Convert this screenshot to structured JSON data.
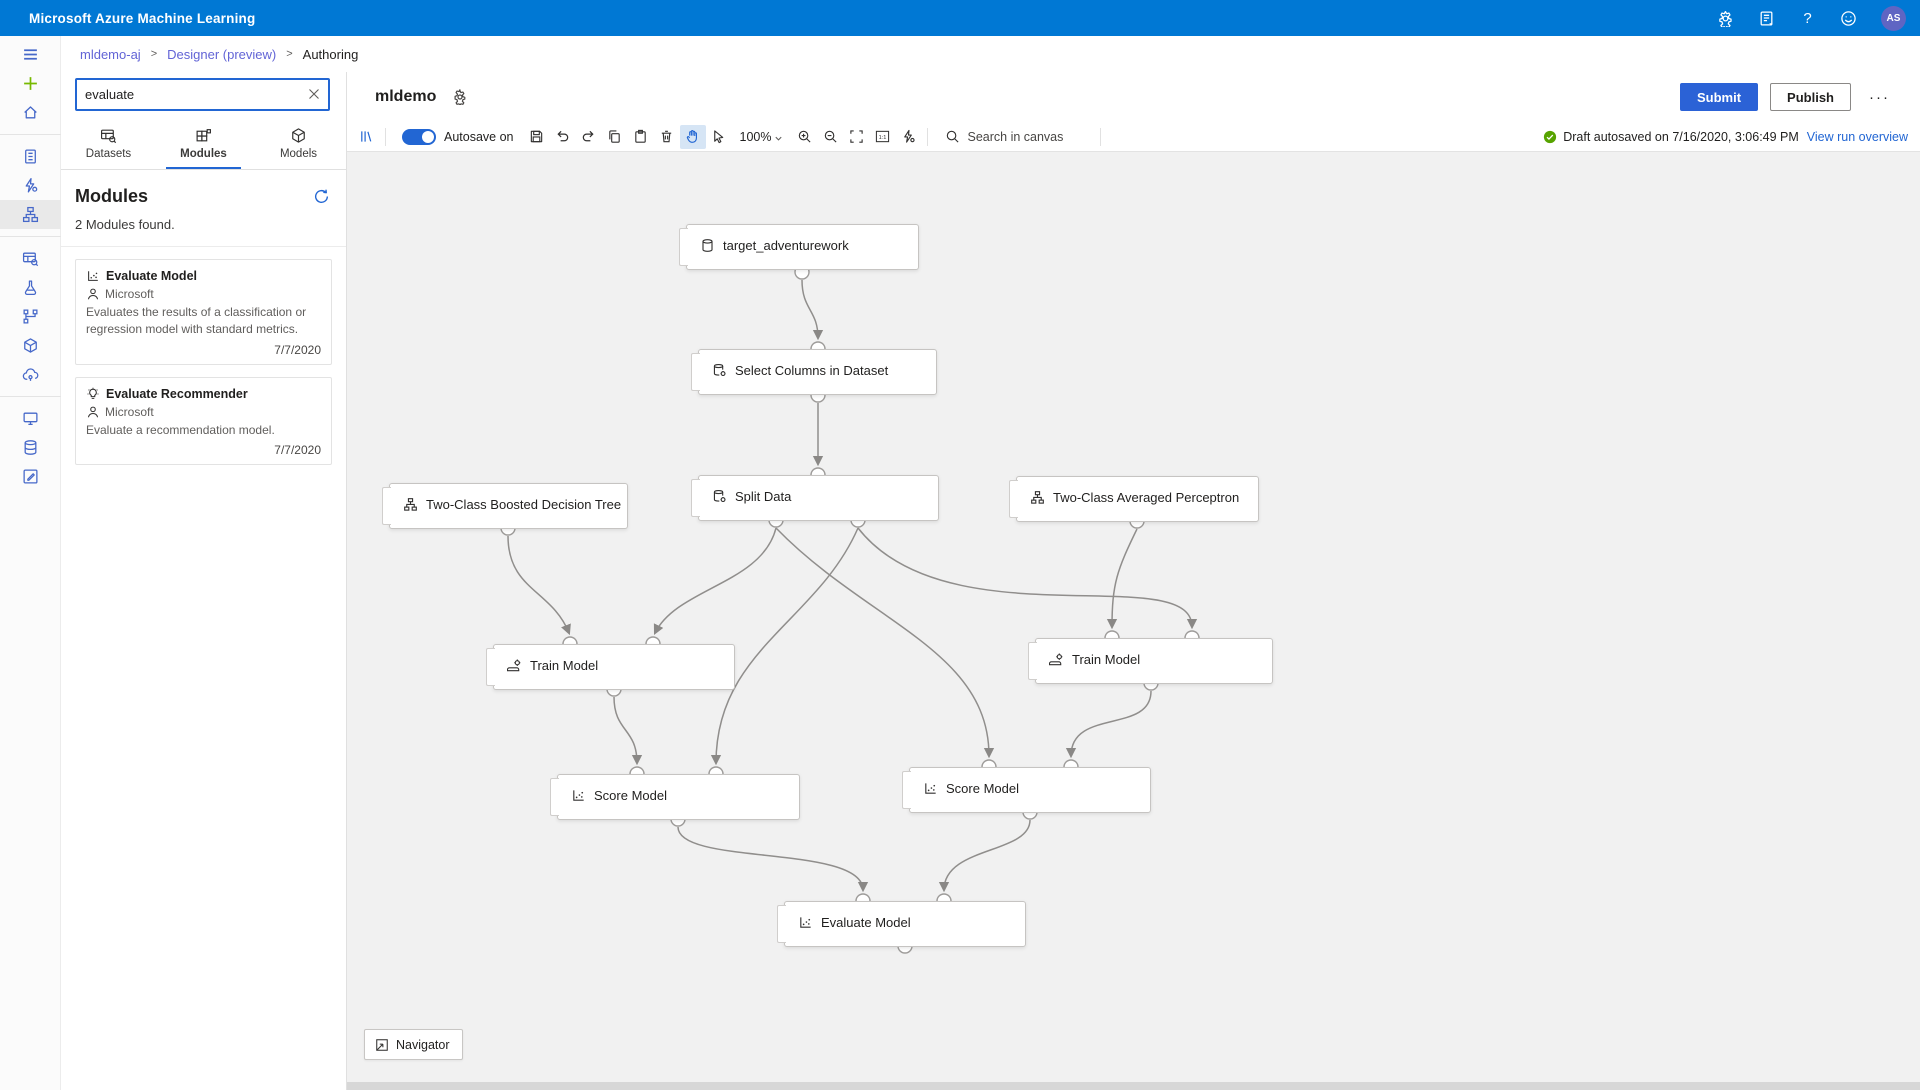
{
  "topbar": {
    "title": "Microsoft Azure Machine Learning",
    "help_label": "?",
    "avatar_initials": "AS",
    "icons": [
      "gear-icon",
      "release-notes-icon",
      "help-icon",
      "smiley-feedback-icon",
      "avatar"
    ]
  },
  "breadcrumb": {
    "separator": ">",
    "items": [
      "mldemo-aj",
      "Designer (preview)",
      "Authoring"
    ]
  },
  "rail": {
    "icons": [
      "menu-icon",
      "plus-icon",
      "home-icon",
      "notebooks-icon",
      "automl-icon",
      "designer-icon",
      "datasets-icon",
      "experiments-icon",
      "pipelines-icon",
      "models-icon",
      "endpoints-icon",
      "compute-icon",
      "datastores-icon",
      "data-labeling-icon"
    ],
    "active_item": "designer"
  },
  "panel": {
    "search": {
      "value": "evaluate",
      "clear_icon": "close-icon"
    },
    "tabs": [
      {
        "label": "Datasets",
        "icon": "datasets-tab-icon"
      },
      {
        "label": "Modules",
        "icon": "modules-tab-icon"
      },
      {
        "label": "Models",
        "icon": "models-tab-icon"
      }
    ],
    "active_tab": "Modules",
    "heading": "Modules",
    "result_count": "2 Modules found.",
    "modules": [
      {
        "name": "Evaluate Model",
        "icon": "scatter-chart-icon",
        "publisher": "Microsoft",
        "description": "Evaluates the results of a classification or regression model with standard metrics.",
        "date": "7/7/2020"
      },
      {
        "name": "Evaluate Recommender",
        "icon": "lightbulb-icon",
        "publisher": "Microsoft",
        "description": "Evaluate a recommendation model.",
        "date": "7/7/2020"
      }
    ]
  },
  "header": {
    "pipeline_name": "mldemo",
    "submit_label": "Submit",
    "publish_label": "Publish",
    "more_label": "···"
  },
  "toolbar": {
    "autosave_label": "Autosave on",
    "zoom_level": "100%",
    "canvas_search_placeholder": "Search in canvas",
    "autosave_status": "Draft autosaved on 7/16/2020, 3:06:49 PM",
    "view_run_overview": "View run overview",
    "icons": [
      "module-catalog-icon",
      "autosave-toggle",
      "save-icon",
      "undo-icon",
      "redo-icon",
      "copy-icon",
      "paste-icon",
      "delete-icon",
      "pan-icon",
      "select-icon",
      "zoom-in-icon",
      "zoom-out-icon",
      "fit-to-screen-icon",
      "actual-size-icon",
      "run-settings-icon",
      "search-icon"
    ]
  },
  "canvas": {
    "nodes": [
      {
        "label": "target_adventurework",
        "icon": "database-icon"
      },
      {
        "label": "Select Columns in Dataset",
        "icon": "database-gear-icon"
      },
      {
        "label": "Split Data",
        "icon": "database-gear-icon"
      },
      {
        "label": "Two-Class Boosted Decision Tree",
        "icon": "tree-icon"
      },
      {
        "label": "Two-Class Averaged Perceptron",
        "icon": "tree-icon"
      },
      {
        "label": "Train Model",
        "icon": "train-model-icon"
      },
      {
        "label": "Train Model",
        "icon": "train-model-icon"
      },
      {
        "label": "Score Model",
        "icon": "scatter-chart-icon"
      },
      {
        "label": "Score Model",
        "icon": "scatter-chart-icon"
      },
      {
        "label": "Evaluate Model",
        "icon": "scatter-chart-icon"
      }
    ],
    "navigator_label": "Navigator"
  }
}
